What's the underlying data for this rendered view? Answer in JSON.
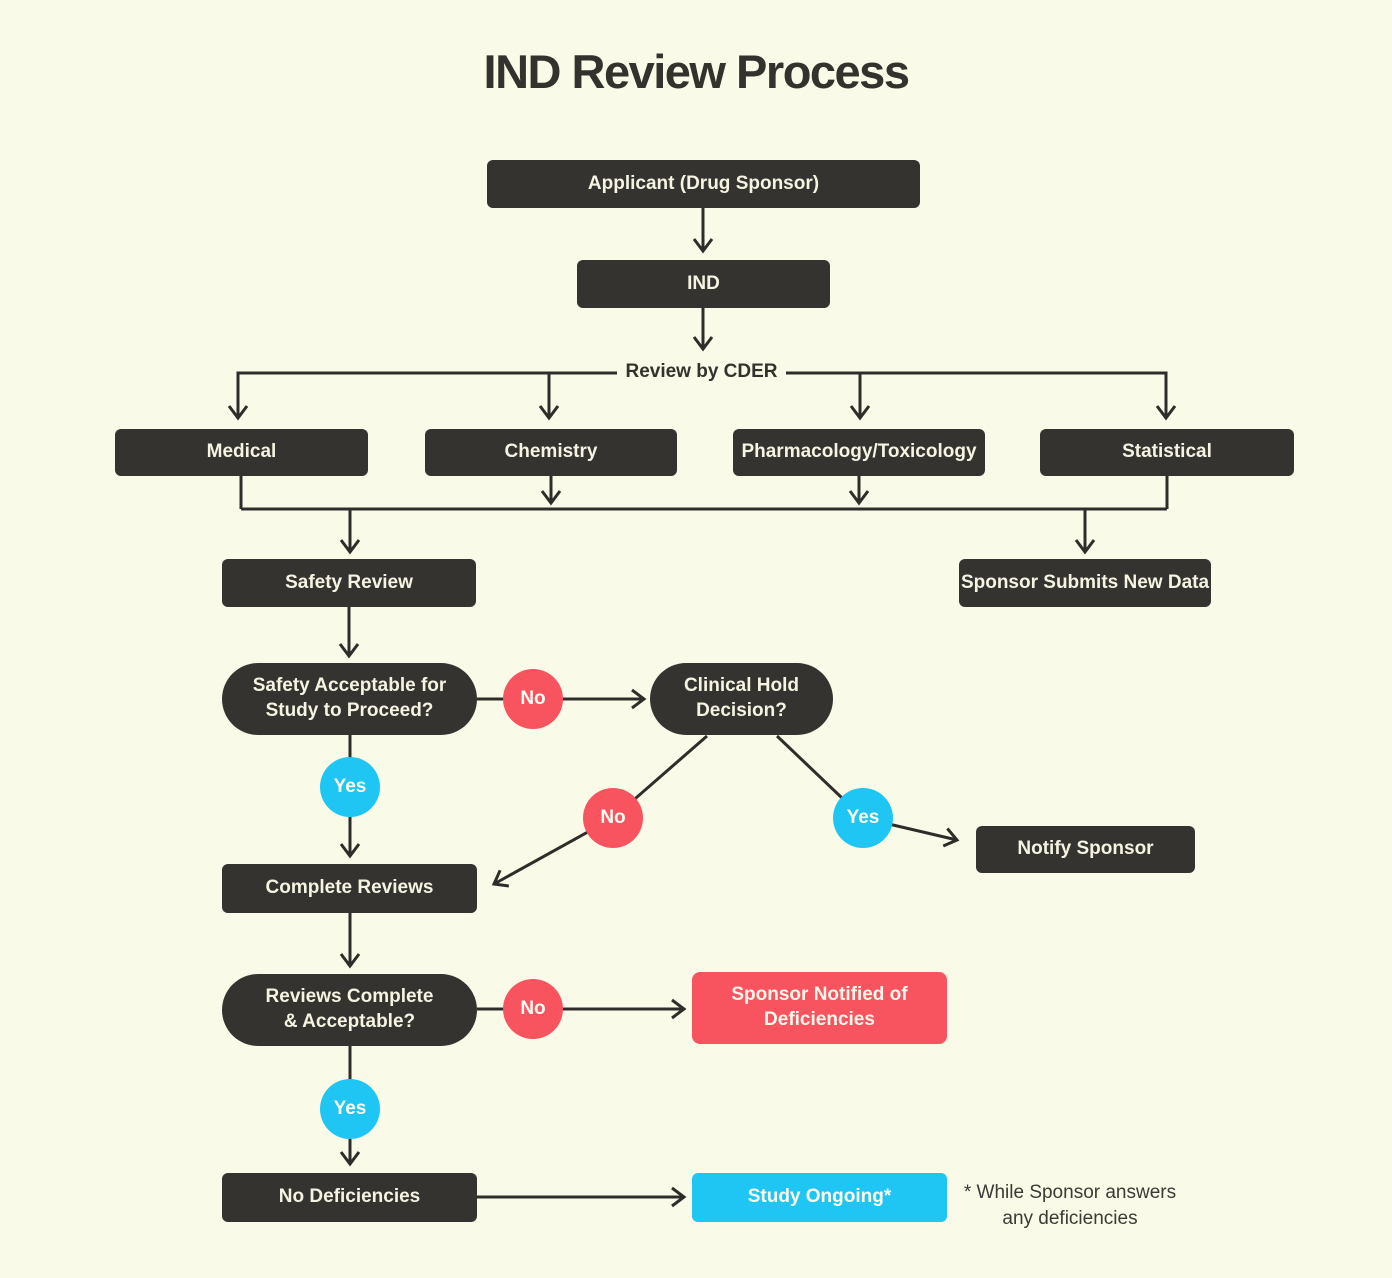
{
  "title": "IND Review Process",
  "nodes": {
    "applicant": "Applicant (Drug Sponsor)",
    "ind": "IND",
    "review_by_cder": "Review by CDER",
    "medical": "Medical",
    "chemistry": "Chemistry",
    "pharmtox": "Pharmacology/Toxicology",
    "statistical": "Statistical",
    "safety_review": "Safety Review",
    "sponsor_submits_new_data": "Sponsor Submits New Data",
    "safety_question": "Safety Acceptable for\nStudy to Proceed?",
    "clinical_hold": "Clinical Hold\nDecision?",
    "notify_sponsor": "Notify Sponsor",
    "complete_reviews": "Complete Reviews",
    "reviews_question": "Reviews Complete\n& Acceptable?",
    "sponsor_notified": "Sponsor Notified of\nDeficiencies",
    "no_deficiencies": "No Deficiencies",
    "study_ongoing": "Study Ongoing*"
  },
  "badges": {
    "safety_no": "No",
    "safety_yes": "Yes",
    "hold_no": "No",
    "hold_yes": "Yes",
    "reviews_no": "No",
    "reviews_yes": "Yes"
  },
  "footnote": "* While Sponsor answers\nany deficiencies",
  "colors": {
    "background": "#fafae8",
    "node_dark": "#35332f",
    "node_text": "#f5f3e2",
    "accent_red": "#f8545f",
    "accent_cyan": "#1fc6f4",
    "line": "#2e2d29"
  }
}
